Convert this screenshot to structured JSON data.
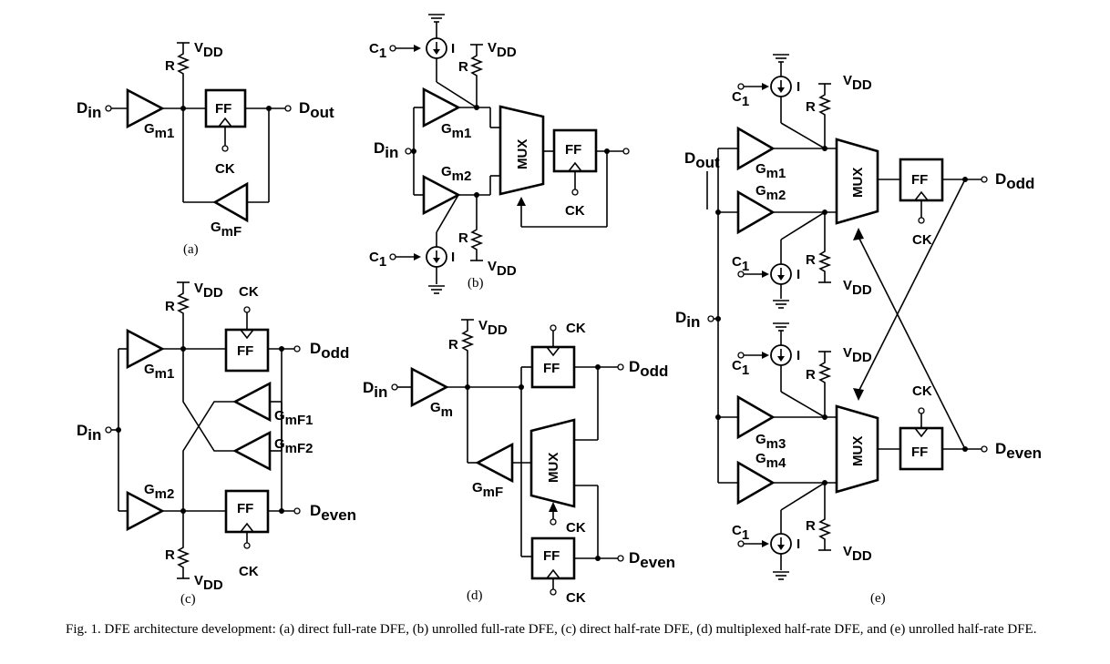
{
  "labels": {
    "ff": "FF",
    "mux": "MUX",
    "ck": "CK",
    "r": "R",
    "i": "I",
    "c": "C",
    "c_sub": "1",
    "vdd": "V",
    "vdd_sub": "DD",
    "d": "D",
    "in_sub": "in",
    "out_sub": "out",
    "odd_sub": "odd",
    "even_sub": "even",
    "g": "G",
    "m_sub": "m",
    "m1_sub": "m1",
    "m2_sub": "m2",
    "m3_sub": "m3",
    "m4_sub": "m4",
    "mf_sub": "mF",
    "mf1_sub": "mF1",
    "mf2_sub": "mF2"
  },
  "panels": {
    "a": "(a)",
    "b": "(b)",
    "c": "(c)",
    "d": "(d)",
    "e": "(e)"
  },
  "caption": "Fig. 1.   DFE architecture development: (a) direct full-rate DFE, (b) unrolled full-rate DFE, (c) direct half-rate DFE, (d) multiplexed half-rate DFE, and (e) unrolled half-rate DFE."
}
